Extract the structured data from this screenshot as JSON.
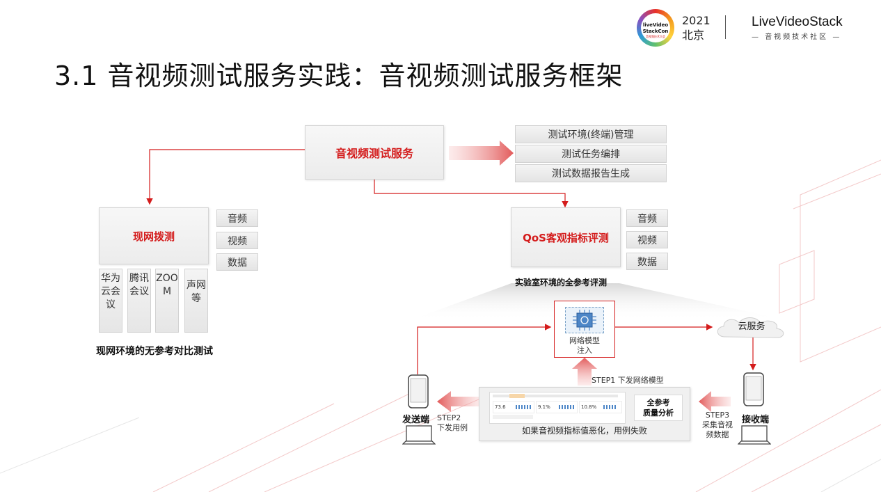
{
  "header": {
    "event_logo_line1": "liveVideo",
    "event_logo_line2": "StackCon",
    "event_logo_sub": "音视频技术大会",
    "year": "2021",
    "city": "北京",
    "brand_name": "LiveVideoStack",
    "brand_sub": "音视频技术社区"
  },
  "title": "3.1 音视频测试服务实践：音视频测试服务框架",
  "center": {
    "service_label": "音视频测试服务",
    "service_items": [
      "测试环境(终端)管理",
      "测试任务编排",
      "测试数据报告生成"
    ]
  },
  "left": {
    "box_label": "现网拨测",
    "side_items": [
      "音频",
      "视频",
      "数据"
    ],
    "columns": [
      "华为云会议",
      "腾讯会议",
      "ZOOM",
      "声网等"
    ],
    "caption": "现网环境的无参考对比测试"
  },
  "right": {
    "box_label": "QoS客观指标评测",
    "side_items": [
      "音频",
      "视频",
      "数据"
    ],
    "caption": "实验室环境的全参考评测"
  },
  "flow": {
    "network_model_label": "网络模型\n注入",
    "cloud_label": "云服务",
    "step1": "STEP1  下发网络模型",
    "step2": "STEP2\n下发用例",
    "step3": "STEP3\n采集音视\n频数据",
    "sender": "发送端",
    "receiver": "接收端",
    "analysis_label": "全参考\n质量分析",
    "analysis_note": "如果音视频指标值恶化，用例失败",
    "dashboard_values": [
      "73.6",
      "9.1%",
      "10.8%"
    ]
  },
  "colors": {
    "accent": "#d41c1c",
    "arrow": "#e06b6b"
  }
}
